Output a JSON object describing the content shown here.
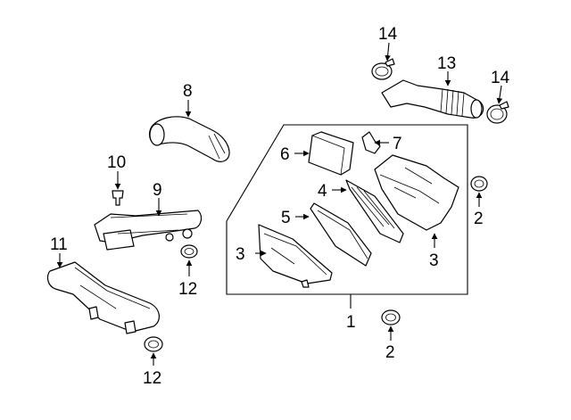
{
  "diagram": {
    "callouts": {
      "c1": "1",
      "c2a": "2",
      "c2b": "2",
      "c3a": "3",
      "c3b": "3",
      "c4": "4",
      "c5": "5",
      "c6": "6",
      "c7": "7",
      "c8": "8",
      "c9": "9",
      "c10": "10",
      "c11": "11",
      "c12a": "12",
      "c12b": "12",
      "c13": "13",
      "c14a": "14",
      "c14b": "14"
    }
  }
}
